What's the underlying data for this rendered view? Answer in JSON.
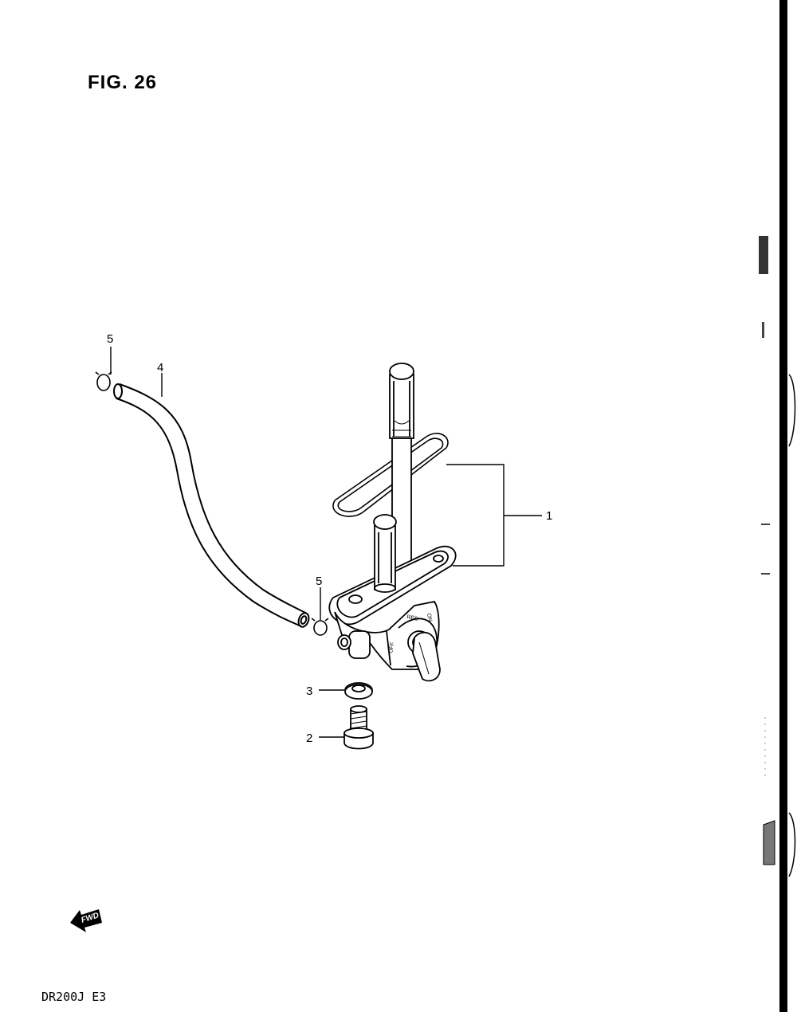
{
  "figure": {
    "title": "FIG. 26",
    "model_code": "DR200J  E3"
  },
  "callouts": [
    {
      "id": "1",
      "label": "1"
    },
    {
      "id": "2",
      "label": "2"
    },
    {
      "id": "3",
      "label": "3"
    },
    {
      "id": "4",
      "label": "4"
    },
    {
      "id": "5a",
      "label": "5"
    },
    {
      "id": "5b",
      "label": "5"
    }
  ],
  "valve_marks": {
    "res": "RES",
    "on": "ON",
    "off": "OFF"
  },
  "fwd_arrow": {
    "label": "FWD"
  },
  "colors": {
    "ink": "#000000",
    "paper": "#ffffff"
  }
}
